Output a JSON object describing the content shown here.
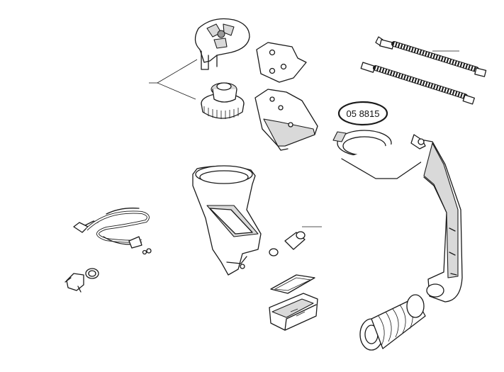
{
  "diagram": {
    "part_number_label": "05 8815",
    "colors": {
      "line": "#1a1a1a",
      "shade": "#d9d9d9",
      "background": "#ffffff"
    },
    "parts": [
      {
        "name": "pump-filter-housing",
        "icon": "filter-housing-icon"
      },
      {
        "name": "pump-filter-cap",
        "icon": "filter-cap-icon"
      },
      {
        "name": "mounting-plate",
        "icon": "mounting-plate-icon"
      },
      {
        "name": "drain-channel",
        "icon": "drain-channel-icon"
      },
      {
        "name": "inlet-hose-upper",
        "icon": "hose-icon"
      },
      {
        "name": "inlet-hose-lower",
        "icon": "hose-icon"
      },
      {
        "name": "drain-duct-with-ring",
        "icon": "drain-duct-icon"
      },
      {
        "name": "detergent-hopper",
        "icon": "hopper-icon"
      },
      {
        "name": "heating-element",
        "icon": "heating-element-icon"
      },
      {
        "name": "nozzle-connector",
        "icon": "nozzle-icon"
      },
      {
        "name": "sensor-assembly",
        "icon": "sensor-icon"
      },
      {
        "name": "hopper-lid-with-gasket",
        "icon": "lid-icon"
      },
      {
        "name": "bellows-hose",
        "icon": "bellows-icon"
      }
    ]
  }
}
